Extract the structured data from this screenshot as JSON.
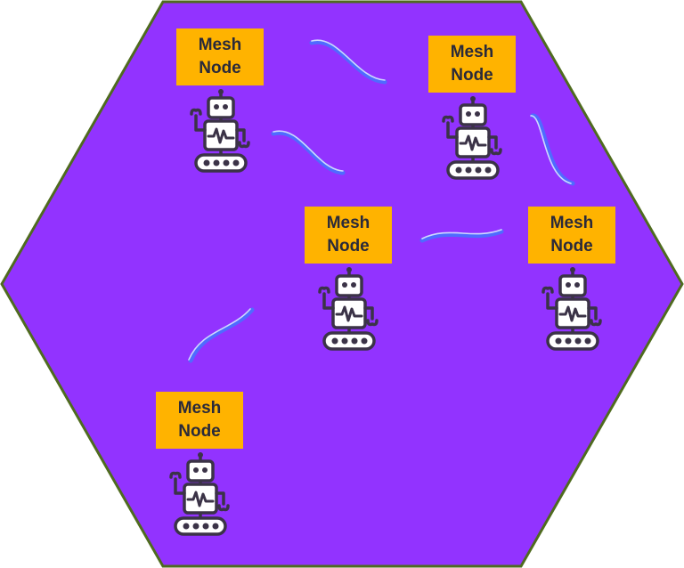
{
  "colors": {
    "hexagon_fill": "#9233ff",
    "hexagon_stroke": "#4f6b1f",
    "label_fill": "#ffb300",
    "label_text": "#2a2a3a",
    "link_color": "#4f6bff",
    "link_highlight": "#cfd8ff",
    "robot_fill": "#ffffff",
    "robot_stroke": "#3b3347"
  },
  "icons": {
    "robot": "robot-icon",
    "link": "wireless-link-icon"
  },
  "nodes": [
    {
      "id": "node-1",
      "line1": "Mesh",
      "line2": "Node"
    },
    {
      "id": "node-2",
      "line1": "Mesh",
      "line2": "Node"
    },
    {
      "id": "node-3",
      "line1": "Mesh",
      "line2": "Node"
    },
    {
      "id": "node-4",
      "line1": "Mesh",
      "line2": "Node"
    },
    {
      "id": "node-5",
      "line1": "Mesh",
      "line2": "Node"
    }
  ],
  "links": [
    {
      "from": "node-1",
      "to": "node-2"
    },
    {
      "from": "node-1",
      "to": "node-3"
    },
    {
      "from": "node-2",
      "to": "node-4"
    },
    {
      "from": "node-3",
      "to": "node-4"
    },
    {
      "from": "node-3",
      "to": "node-5"
    }
  ]
}
